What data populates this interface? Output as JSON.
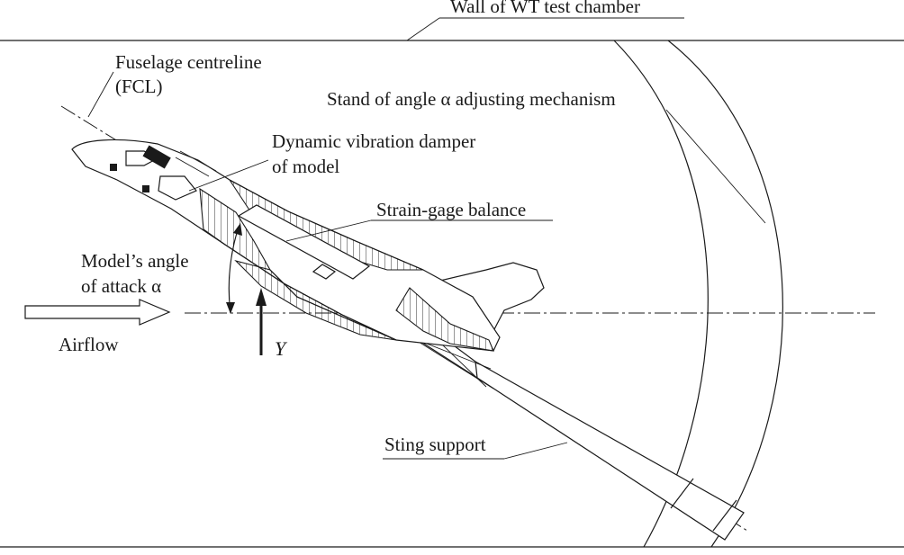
{
  "labels": {
    "wall": "Wall of WT test chamber",
    "fcl_line1": "Fuselage centreline",
    "fcl_line2": "(FCL)",
    "stand": "Stand of angle α adjusting mechanism",
    "damper_line1": "Dynamic vibration damper",
    "damper_line2": "of model",
    "balance": "Strain-gage balance",
    "aoa_line1": "Model’s angle",
    "aoa_line2": "of attack α",
    "airflow": "Airflow",
    "force_y": "Y",
    "sting": "Sting support"
  }
}
